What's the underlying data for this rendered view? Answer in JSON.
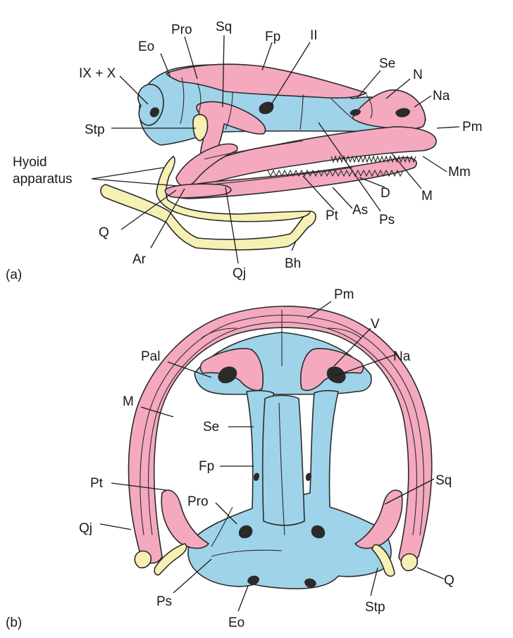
{
  "colors": {
    "dermal_pink": "#f4a9bf",
    "endochondral_blue": "#9fd3ea",
    "cartilage_yellow": "#f7f0b4",
    "outline": "#2a2a2a",
    "text": "#1a1a1a"
  },
  "panel_a": {
    "panel_label": "(a)",
    "labels": {
      "pro": "Pro",
      "sq": "Sq",
      "fp": "Fp",
      "ii": "II",
      "eo": "Eo",
      "ix_x": "IX + X",
      "se": "Se",
      "n": "N",
      "na": "Na",
      "pm": "Pm",
      "stp": "Stp",
      "hyoid_line1": "Hyoid",
      "hyoid_line2": "apparatus",
      "mm": "Mm",
      "m": "M",
      "d": "D",
      "q": "Q",
      "pt": "Pt",
      "as": "As",
      "ps": "Ps",
      "ar": "Ar",
      "bh": "Bh",
      "qj": "Qj"
    }
  },
  "panel_b": {
    "panel_label": "(b)",
    "labels": {
      "pm": "Pm",
      "v": "V",
      "pal": "Pal",
      "na": "Na",
      "m": "M",
      "se": "Se",
      "fp": "Fp",
      "pt": "Pt",
      "sq": "Sq",
      "pro": "Pro",
      "qj": "Qj",
      "q": "Q",
      "ps": "Ps",
      "stp": "Stp",
      "eo": "Eo"
    }
  }
}
